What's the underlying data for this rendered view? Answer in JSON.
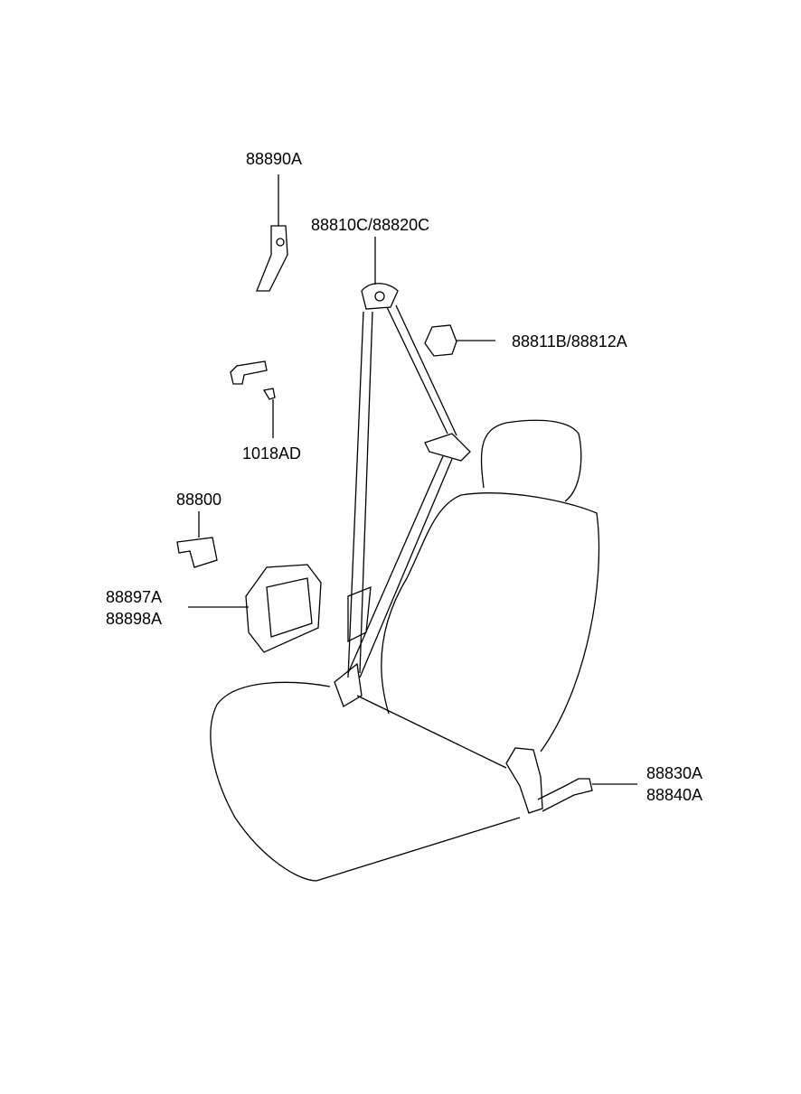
{
  "labels": {
    "retractor_upper": "88890A",
    "belt_assembly": "88810C/88820C",
    "anchor_cover": "88811B/88812A",
    "bolt": "1018AD",
    "bracket": "88800",
    "trim_cover_1": "88897A",
    "trim_cover_2": "88898A",
    "buckle_1": "88830A",
    "buckle_2": "88840A"
  },
  "colors": {
    "line": "#000000",
    "background": "#ffffff"
  }
}
